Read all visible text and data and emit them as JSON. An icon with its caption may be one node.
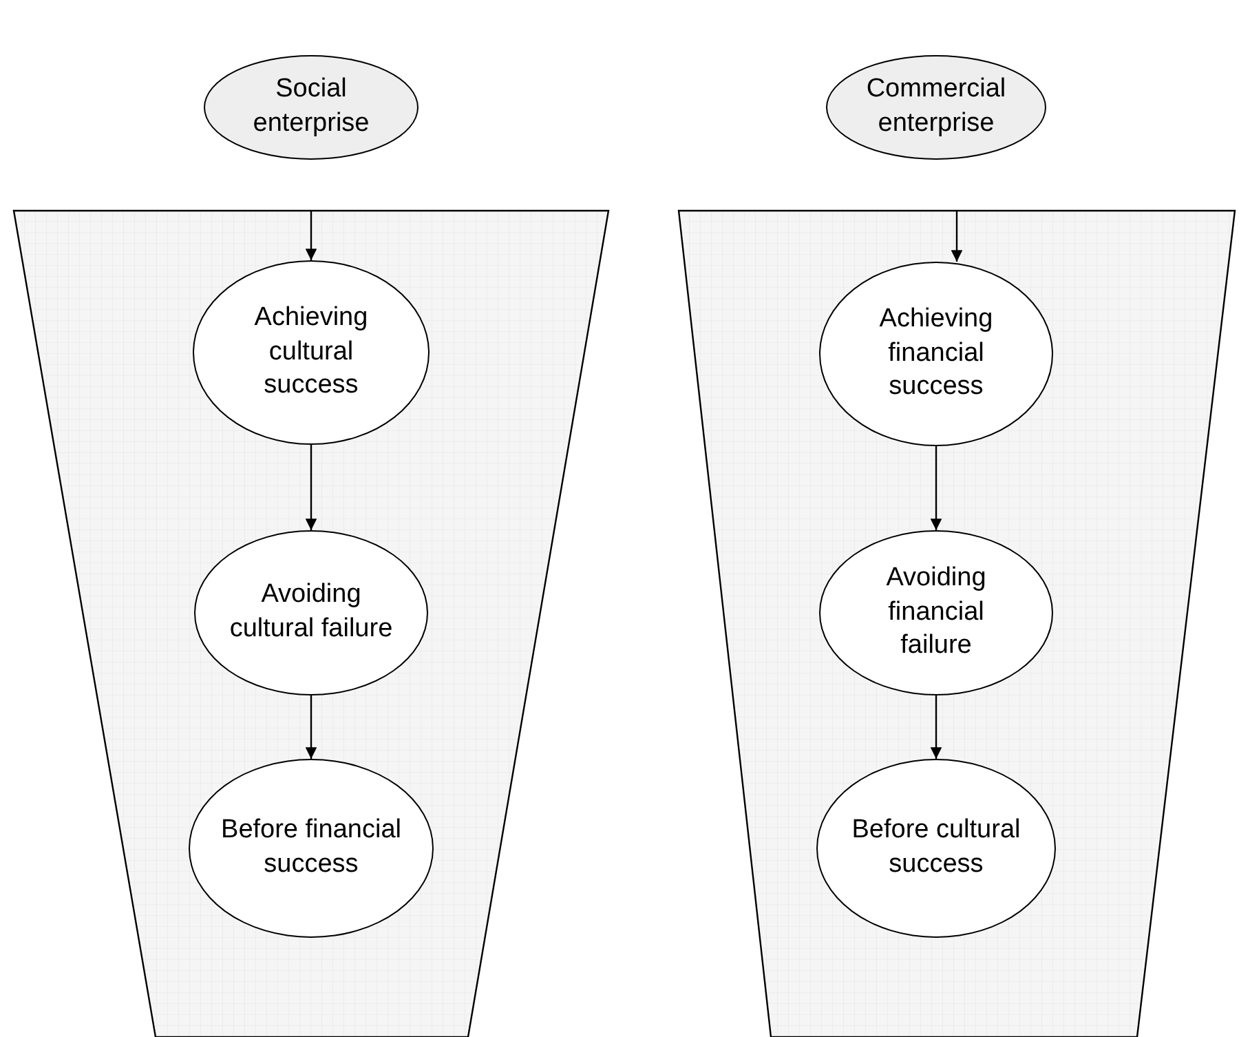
{
  "diagram": {
    "nodes": [
      {
        "text": [
          "Social enterprise"
        ]
      },
      {
        "text": [
          "Commercial enterprise"
        ]
      },
      {
        "text": [],
        "shape": "trapezoid"
      },
      {
        "text": [
          "Achieving cultural success"
        ],
        "in": 2
      },
      {
        "text": [
          "Avoiding cultural failure"
        ],
        "in": 2
      },
      {
        "text": [
          "Before financial success"
        ],
        "in": 2
      },
      {
        "text": [],
        "shape": "trapezoid"
      },
      {
        "text": [
          "Achieving financial success"
        ],
        "in": 6
      },
      {
        "text": [
          "Avoiding financial failure"
        ],
        "in": 6
      },
      {
        "text": [
          "Before cultural success"
        ],
        "in": 6
      }
    ],
    "edges": [
      {
        "from": 2,
        "to": 3,
        "arrow": "to"
      },
      {
        "from": 3,
        "to": 4,
        "arrow": "to"
      },
      {
        "from": 4,
        "to": 5,
        "arrow": "to"
      },
      {
        "from": 6,
        "to": 7,
        "arrow": "to"
      },
      {
        "from": 7,
        "to": 8,
        "arrow": "to"
      },
      {
        "from": 8,
        "to": 9,
        "arrow": "to"
      }
    ]
  }
}
